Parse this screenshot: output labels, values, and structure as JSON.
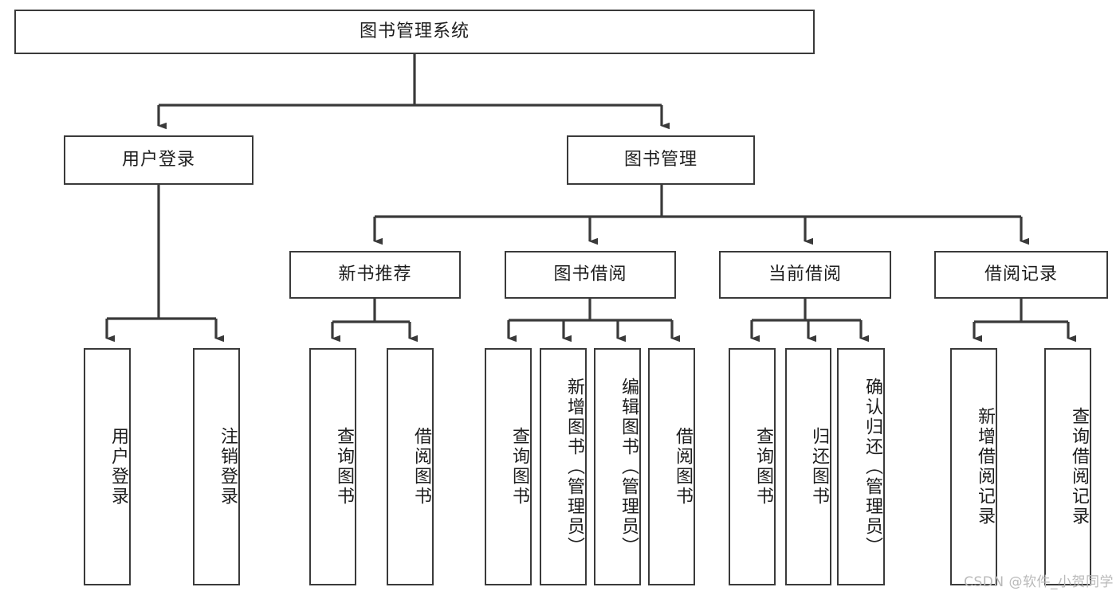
{
  "diagram": {
    "title": "图书管理系统",
    "type": "tree",
    "root": {
      "label": "图书管理系统"
    },
    "level1": [
      {
        "label": "用户登录"
      },
      {
        "label": "图书管理"
      }
    ],
    "level2": [
      {
        "label": "新书推荐"
      },
      {
        "label": "图书借阅"
      },
      {
        "label": "当前借阅"
      },
      {
        "label": "借阅记录"
      }
    ],
    "leaves": {
      "user_login": [
        {
          "label": "用户登录"
        },
        {
          "label": "注销登录"
        }
      ],
      "new_book_recommend": [
        {
          "label": "查询图书"
        },
        {
          "label": "借阅图书"
        }
      ],
      "book_borrow": [
        {
          "label": "查询图书"
        },
        {
          "label": "新增图书（管理员）"
        },
        {
          "label": "编辑图书（管理员）"
        },
        {
          "label": "借阅图书"
        }
      ],
      "current_borrow": [
        {
          "label": "查询图书"
        },
        {
          "label": "归还图书"
        },
        {
          "label": "确认归还（管理员）"
        }
      ],
      "borrow_record": [
        {
          "label": "新增借阅记录"
        },
        {
          "label": "查询借阅记录"
        }
      ]
    }
  },
  "watermark": {
    "text": "CSDN @软件_小贺同学"
  },
  "colors": {
    "stroke": "#3a3a3a",
    "text": "#1d1d1d",
    "background": "#ffffff",
    "watermark": "#b9b9b9"
  }
}
